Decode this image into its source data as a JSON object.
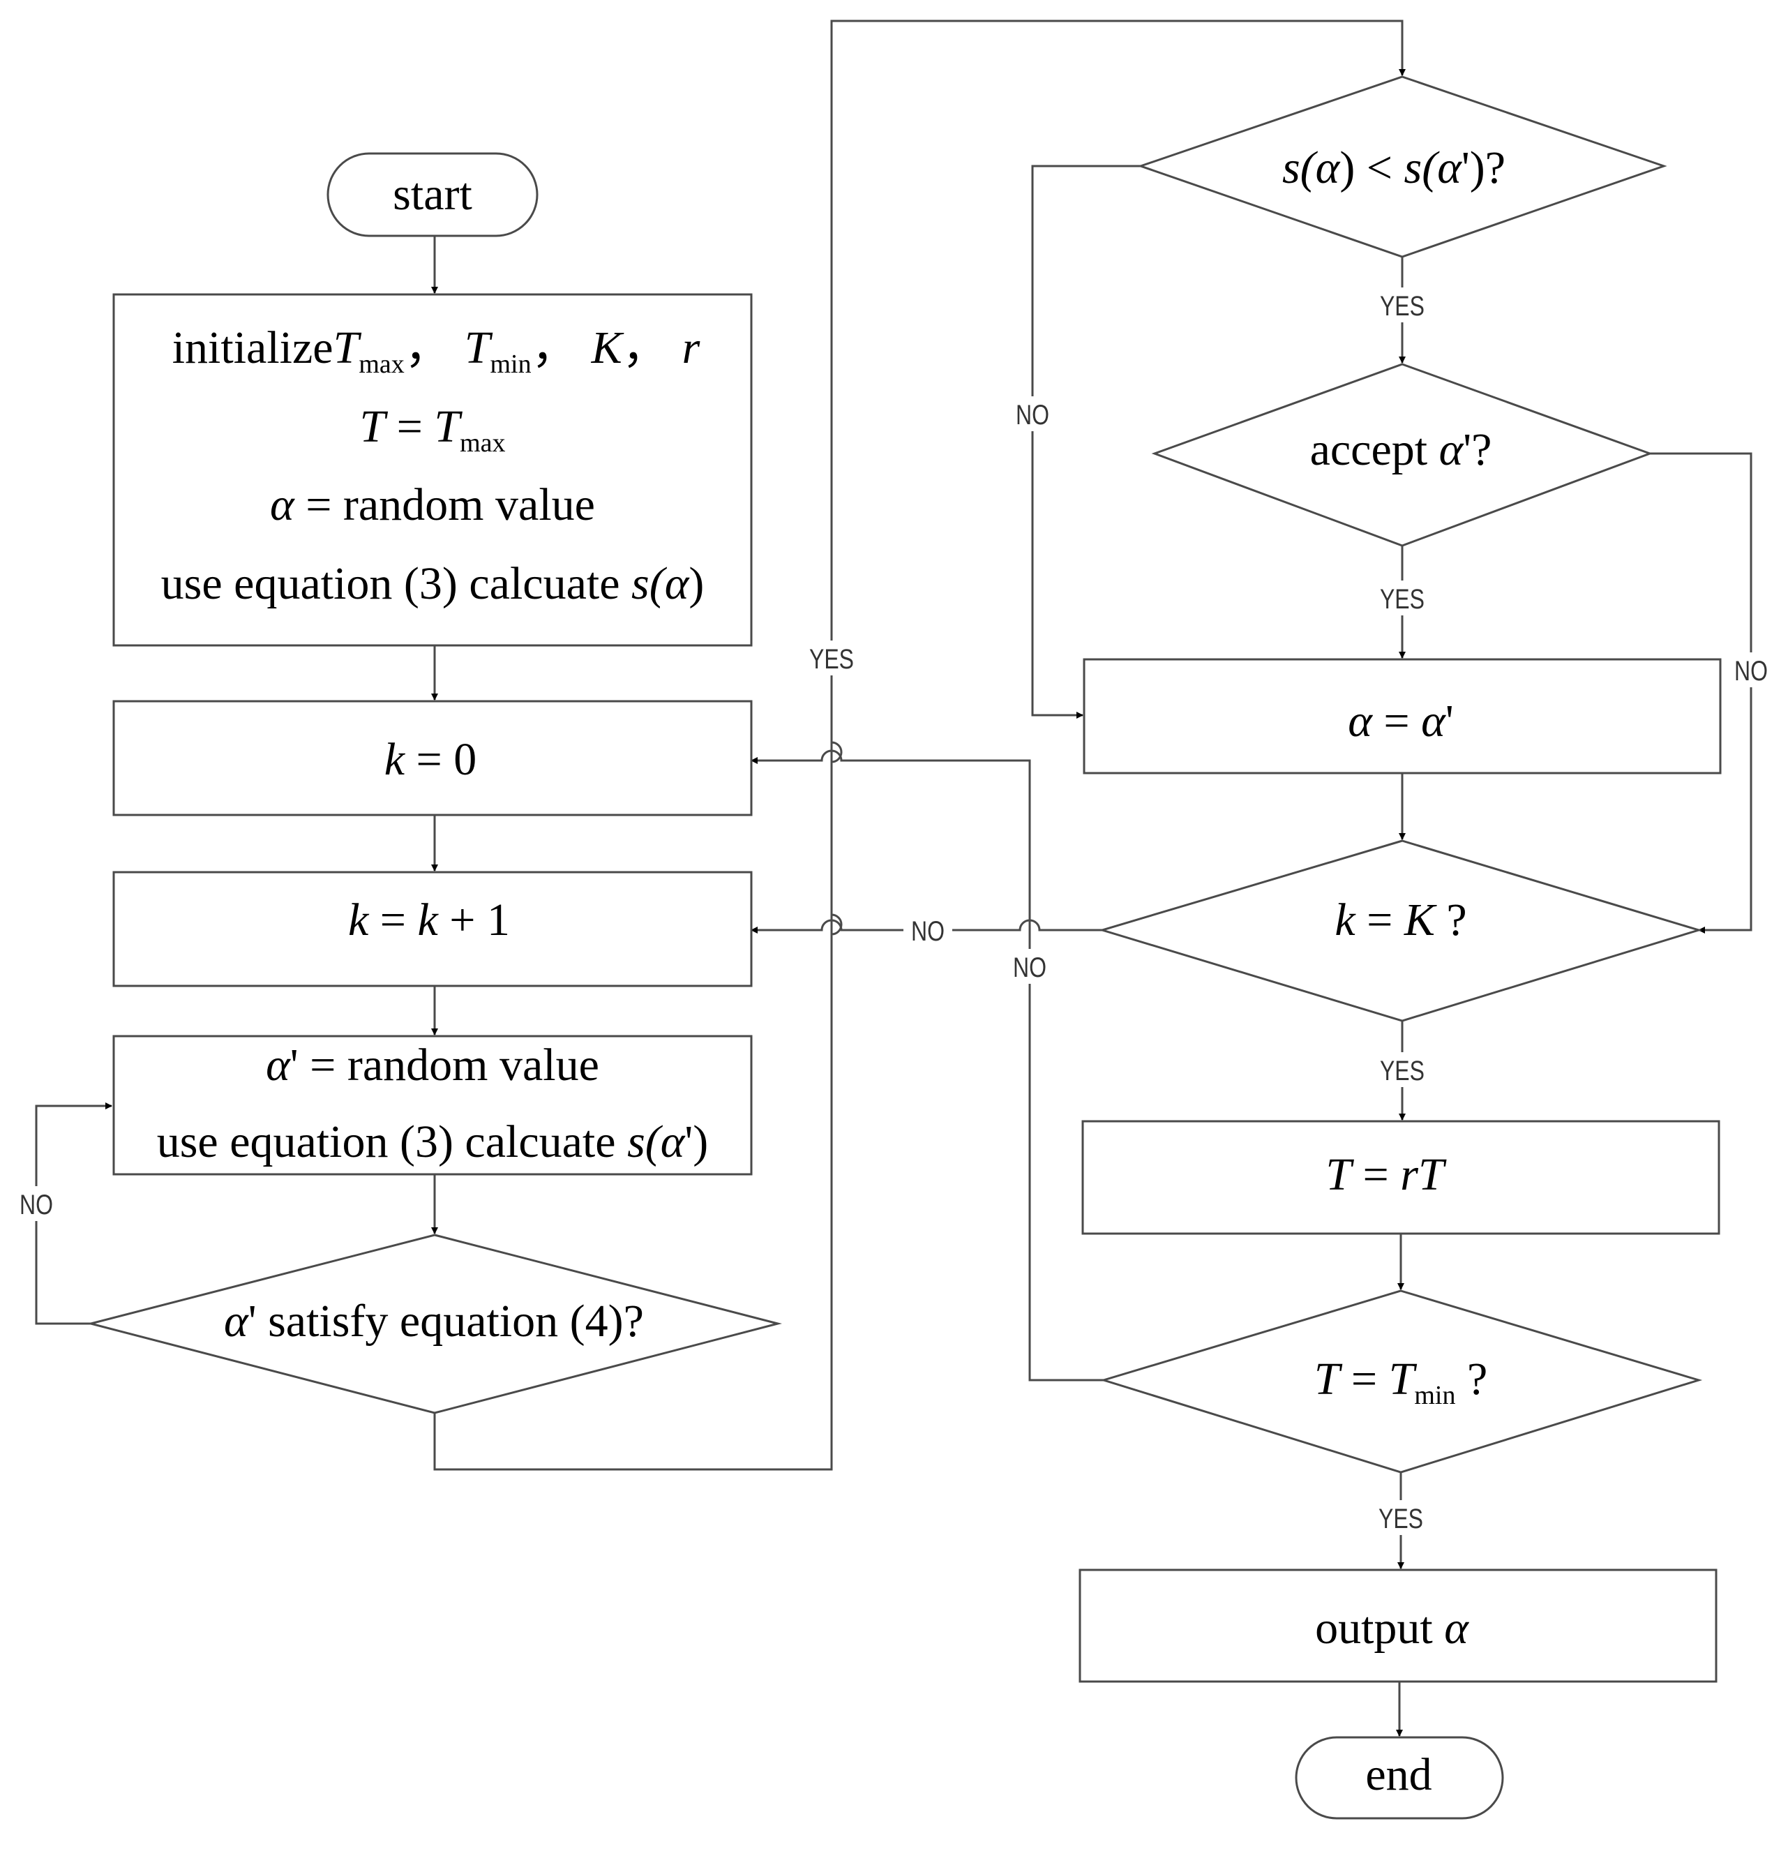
{
  "nodes": {
    "start": "start",
    "init": {
      "prefix": "initialize",
      "T": "T",
      "max": "max",
      "sep": "，",
      "min": "min",
      "K": "K",
      "r": "r",
      "eq": " = ",
      "alpha": "α",
      "random": " = random value",
      "use_calc": "use equation (3) calcuate ",
      "s_open": "s(",
      "close": ")"
    },
    "k0": {
      "k": "k",
      "rest": " = 0"
    },
    "k1": {
      "k1": "k",
      "eq": " = ",
      "k2": "k",
      "rest": " + 1"
    },
    "alphap": {
      "alpha": "α",
      "prime": "'",
      "random": " = random value",
      "use_calc": "use equation (3) calcuate ",
      "s_open": "s(",
      "close": "')"
    },
    "satisfy": {
      "alpha": "α",
      "text": "' satisfy equation (4)?"
    },
    "compare": {
      "s1": "s(",
      "alpha1": "α",
      "mid": ") < ",
      "s2": "s(",
      "alpha2": "α",
      "end": "')?"
    },
    "accept": {
      "text": "accept ",
      "alpha": "α",
      "end": "'?"
    },
    "assign": {
      "alpha1": "α",
      "eq": " = ",
      "alpha2": "α",
      "end": "'"
    },
    "kK": {
      "k": "k",
      "eq": " = ",
      "K": "K",
      "end": " ?"
    },
    "rT": {
      "T1": "T",
      "eq": " = ",
      "rT": "rT"
    },
    "Tmin": {
      "T1": "T",
      "eq": " = ",
      "T2": "T",
      "min": "min",
      "end": " ?"
    },
    "output": {
      "text": "output ",
      "alpha": "α"
    },
    "end": "end"
  },
  "labels": {
    "yes_compare": "YES",
    "yes_accept": "YES",
    "yes_kK": "YES",
    "yes_Tmin": "YES",
    "yes_loop": "YES",
    "no_compare": "NO",
    "no_accept": "NO",
    "no_kK": "NO",
    "no_Tmin": "NO",
    "no_satisfy": "NO"
  }
}
